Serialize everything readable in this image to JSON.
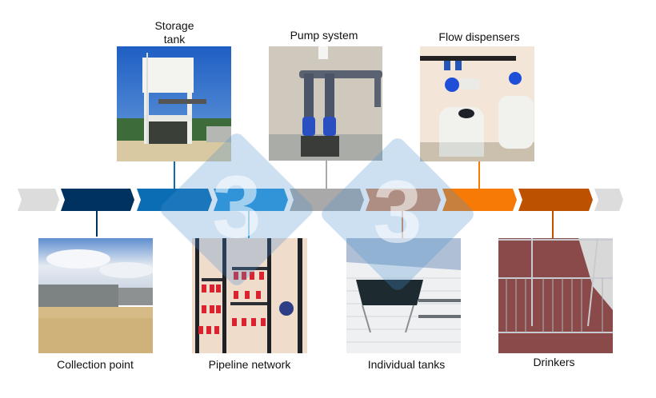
{
  "diagram": {
    "type": "water-supply-timeline",
    "stages": [
      {
        "id": "collection",
        "label": "Collection point",
        "position": "below",
        "color": "#00325f"
      },
      {
        "id": "storage",
        "label": "Storage\ntank",
        "label_line1": "Storage",
        "label_line2": "tank",
        "position": "above",
        "color": "#0b6db3"
      },
      {
        "id": "pipeline",
        "label": "Pipeline network",
        "position": "below",
        "color": "#2796dd"
      },
      {
        "id": "pump",
        "label": "Pump system",
        "position": "above",
        "color": "#a9a9a9"
      },
      {
        "id": "individual",
        "label": "Individual tanks",
        "position": "below",
        "color": "#d58e66"
      },
      {
        "id": "flow",
        "label": "Flow dispensers",
        "position": "above",
        "color": "#f77a06"
      },
      {
        "id": "drinkers",
        "label": "Drinkers",
        "position": "below",
        "color": "#bc5200"
      }
    ],
    "end_caps_color": "#dcdcdc",
    "watermark": {
      "glyph": "3",
      "color": "#4a90d0"
    }
  }
}
